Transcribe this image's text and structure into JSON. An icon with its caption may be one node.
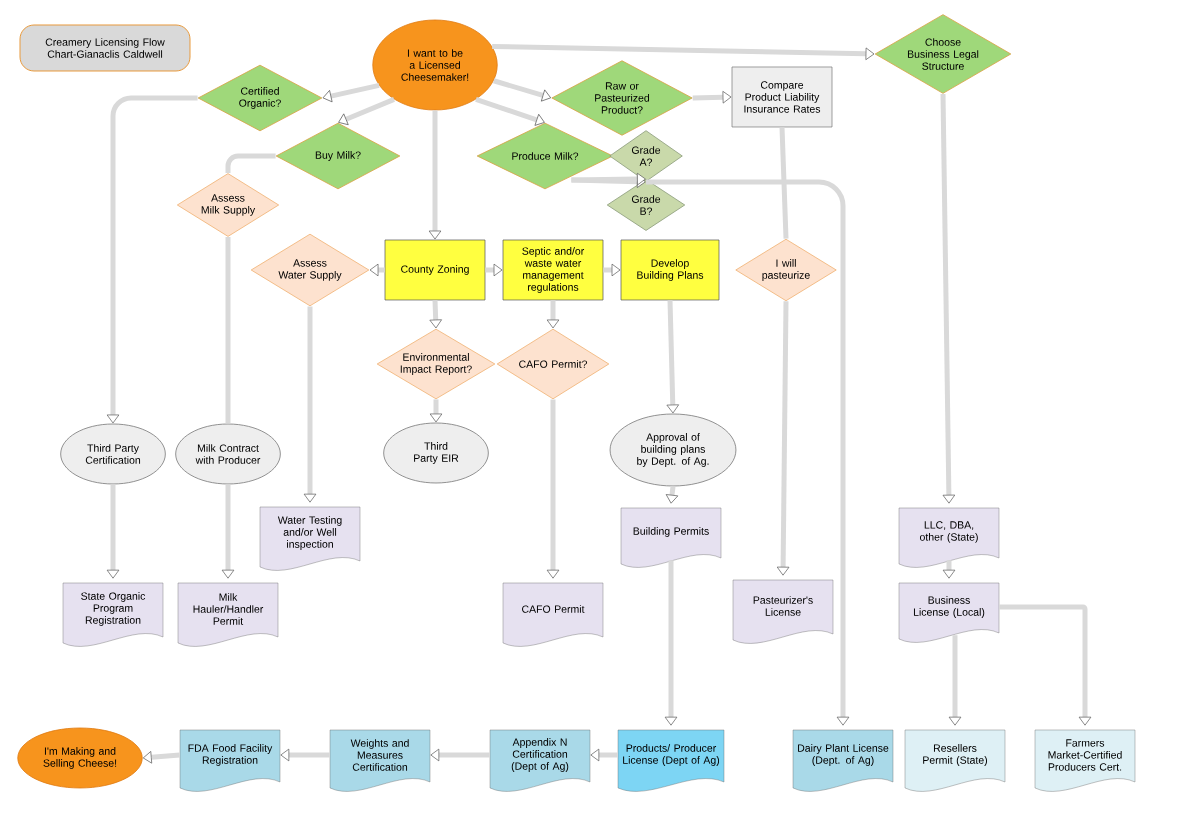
{
  "diagram": {
    "nodes": [
      {
        "text": [
          "Creamery Licensing Flow Chart-Gianaclis Caldwell"
        ]
      },
      {
        "text": [
          "I want to be a Licensed Cheesemaker!"
        ]
      },
      {
        "text": [
          "Certified Organic?"
        ]
      },
      {
        "text": [
          "Buy Milk?"
        ]
      },
      {
        "text": [
          "Raw or Pasteurized Product?"
        ]
      },
      {
        "text": [
          "Produce Milk?"
        ]
      },
      {
        "text": [
          "Compare Product Liability Insurance Rates"
        ]
      },
      {
        "text": [
          "Choose Business Legal Structure"
        ]
      },
      {
        "text": [
          "Grade A?"
        ]
      },
      {
        "text": [
          "Grade B?"
        ]
      },
      {
        "text": [
          "Assess Milk Supply"
        ]
      },
      {
        "text": [
          "Assess Water Supply"
        ]
      },
      {
        "text": [
          "County Zoning"
        ]
      },
      {
        "text": [
          "Septic and/or waste water management regulations"
        ]
      },
      {
        "text": [
          "Develop Building Plans"
        ]
      },
      {
        "text": [
          "I will pasteurize"
        ]
      },
      {
        "text": [
          "Environmental Impact Report?"
        ]
      },
      {
        "text": [
          "CAFO Permit?"
        ]
      },
      {
        "text": [
          "Third Party Certification"
        ]
      },
      {
        "text": [
          "Milk Contract with Producer"
        ]
      },
      {
        "text": [
          "Third Party EIR"
        ]
      },
      {
        "text": [
          "Approval of building plans by Dept. of Ag."
        ]
      },
      {
        "text": [
          "Water Testing and/or Well inspection"
        ]
      },
      {
        "text": [
          "Building Permits"
        ]
      },
      {
        "text": [
          "LLC, DBA, other (State)"
        ]
      },
      {
        "text": [
          "State Organic Program Registration"
        ]
      },
      {
        "text": [
          "Milk Hauler/Handler Permit"
        ]
      },
      {
        "text": [
          "CAFO Permit"
        ]
      },
      {
        "text": [
          "Pasteurizer's License"
        ]
      },
      {
        "text": [
          "Business License (Local)"
        ]
      },
      {
        "text": [
          "Products/ Producer License (Dept of Ag)"
        ]
      },
      {
        "text": [
          "Appendix N Certification (Dept of Ag)"
        ]
      },
      {
        "text": [
          "Weights and Measures Certification"
        ]
      },
      {
        "text": [
          "FDA Food Facility Registration"
        ]
      },
      {
        "text": [
          "I'm Making and Selling Cheese!"
        ]
      },
      {
        "text": [
          "Dairy Plant License (Dept. of Ag)"
        ]
      },
      {
        "text": [
          "Resellers Permit (State)"
        ]
      },
      {
        "text": [
          "Farmers Market-Certified Producers Cert."
        ]
      }
    ],
    "edges": [
      {
        "from": 1,
        "to": 2,
        "arrow": "to"
      },
      {
        "from": 1,
        "to": 3,
        "arrow": "to"
      },
      {
        "from": 1,
        "to": 4,
        "arrow": "to"
      },
      {
        "from": 1,
        "to": 5,
        "arrow": "to"
      },
      {
        "from": 1,
        "to": 7,
        "arrow": "to"
      },
      {
        "from": 1,
        "to": 12,
        "arrow": "to"
      },
      {
        "from": 2,
        "to": 18,
        "arrow": "to"
      },
      {
        "from": 18,
        "to": 25,
        "arrow": "to"
      },
      {
        "from": 3,
        "to": 10,
        "arrow": "none"
      },
      {
        "from": 10,
        "to": 19,
        "arrow": "none"
      },
      {
        "from": 19,
        "to": 26,
        "arrow": "to"
      },
      {
        "from": 4,
        "to": 6,
        "arrow": "to"
      },
      {
        "from": 6,
        "to": 15,
        "arrow": "none"
      },
      {
        "from": 15,
        "to": 28,
        "arrow": "to"
      },
      {
        "from": 5,
        "to": 8,
        "arrow": "to"
      },
      {
        "from": 5,
        "to": 9,
        "arrow": "to"
      },
      {
        "from": 8,
        "to": 35,
        "arrow": "to"
      },
      {
        "from": 7,
        "to": 24,
        "arrow": "to"
      },
      {
        "from": 24,
        "to": 29,
        "arrow": "to"
      },
      {
        "from": 29,
        "to": 36,
        "arrow": "to"
      },
      {
        "from": 29,
        "to": 37,
        "arrow": "to"
      },
      {
        "from": 12,
        "to": 11,
        "arrow": "to"
      },
      {
        "from": 12,
        "to": 13,
        "arrow": "to"
      },
      {
        "from": 13,
        "to": 14,
        "arrow": "to"
      },
      {
        "from": 12,
        "to": 16,
        "arrow": "to"
      },
      {
        "from": 13,
        "to": 17,
        "arrow": "to"
      },
      {
        "from": 16,
        "to": 20,
        "arrow": "to"
      },
      {
        "from": 17,
        "to": 27,
        "arrow": "to"
      },
      {
        "from": 11,
        "to": 22,
        "arrow": "to"
      },
      {
        "from": 14,
        "to": 21,
        "arrow": "to"
      },
      {
        "from": 21,
        "to": 23,
        "arrow": "to"
      },
      {
        "from": 23,
        "to": 30,
        "arrow": "to"
      },
      {
        "from": 30,
        "to": 31,
        "arrow": "to"
      },
      {
        "from": 31,
        "to": 32,
        "arrow": "to"
      },
      {
        "from": 32,
        "to": 33,
        "arrow": "to"
      },
      {
        "from": 33,
        "to": 34,
        "arrow": "to"
      }
    ]
  }
}
